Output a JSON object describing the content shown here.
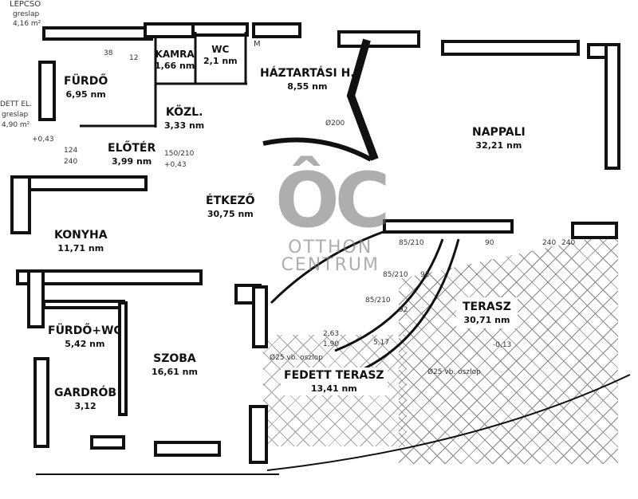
{
  "rooms": [
    {
      "name": "FÜRDŐ",
      "area": "6,95 nm"
    },
    {
      "name": "KAMRA",
      "area": "1,66 nm"
    },
    {
      "name": "WC",
      "area": "2,1 nm"
    },
    {
      "name": "HÁZTARTÁSI H.",
      "area": "8,55 nm"
    },
    {
      "name": "KÖZL.",
      "area": "3,33 nm"
    },
    {
      "name": "ELŐTÉR",
      "area": "3,99 nm"
    },
    {
      "name": "NAPPALI",
      "area": "32,21 nm"
    },
    {
      "name": "ÉTKEZŐ",
      "area": "30,75 nm"
    },
    {
      "name": "KONYHA",
      "area": "11,71 nm"
    },
    {
      "name": "TERASZ",
      "area": "30,71 nm"
    },
    {
      "name": "FÜRDŐ+WC",
      "area": "5,42 nm"
    },
    {
      "name": "SZOBA",
      "area": "16,61 nm"
    },
    {
      "name": "FEDETT TERASZ",
      "area": "13,41 nm"
    },
    {
      "name": "GARDRÓB",
      "area": "3,12"
    }
  ],
  "annotations": {
    "stair_label": "LÉPCSŐ",
    "stair_floor": "greslap",
    "stair_area": "4,16 m²",
    "covered_entry": "DETT EL.",
    "covered_floor": "greslap",
    "covered_area": "4,90 m²",
    "door_1": "150/210",
    "door_2": "85/210",
    "door_3": "85/210",
    "door_4": "85/210",
    "level_1": "+0,43",
    "level_2": "+0,43",
    "dim_1": "92",
    "dim_2": "92",
    "dim_3": "5,17",
    "dim_4": "2,63",
    "dim_5": "1,90",
    "dim_6": "240",
    "dim_7": "240",
    "dim_8": "90",
    "dim_9": "38",
    "dim_10": "12",
    "dim_11": "124",
    "dim_12": "240",
    "dim_13": "Ø200",
    "column_1": "Ø25 vb. oszlop",
    "column_2": "Ø25 vb. oszlop",
    "level_3": "-0,13",
    "mark": "M"
  },
  "watermark": {
    "logo": "ÔC",
    "text": "OTTHON CENTRUM"
  }
}
